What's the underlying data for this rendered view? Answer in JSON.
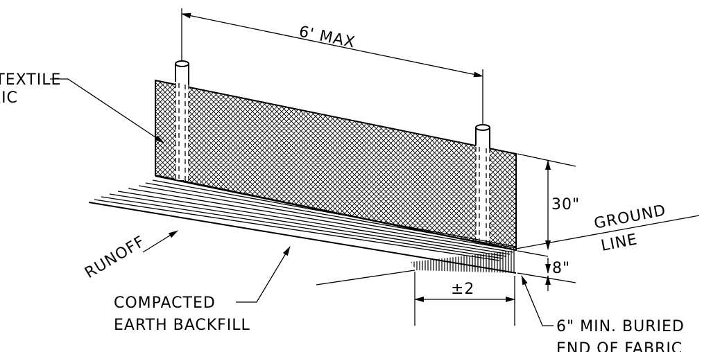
{
  "labels": {
    "fabric_line1": "GEOTEXTILE",
    "fabric_line2": "FABRIC",
    "post_spacing": "6' MAX",
    "fabric_height": "30\"",
    "ground_line1": "GROUND",
    "ground_line2": "LINE",
    "buried_depth": "8\"",
    "trench_width": "±2",
    "runoff": "RUNOFF",
    "backfill_line1": "COMPACTED",
    "backfill_line2": "EARTH BACKFILL",
    "buried_line1": "6\" MIN. BURIED",
    "buried_line2": "END OF FABRIC"
  }
}
